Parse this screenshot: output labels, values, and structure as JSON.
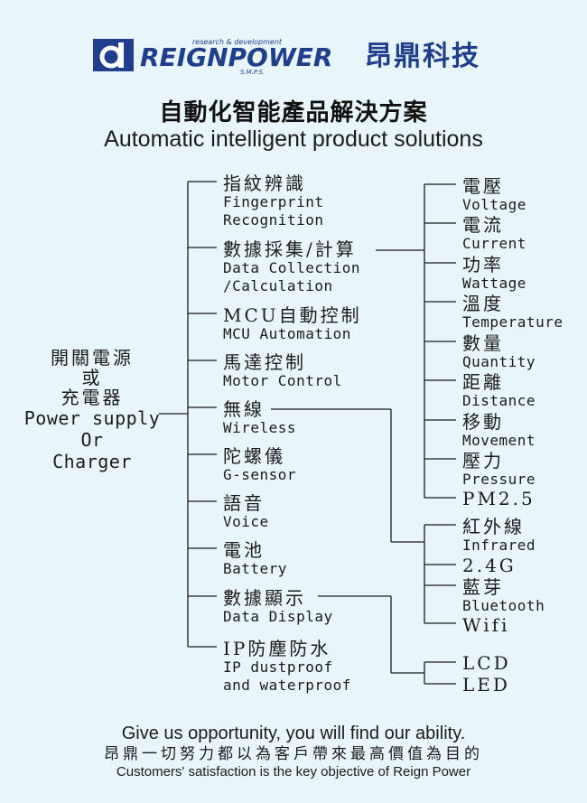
{
  "brand": {
    "tagline": "research & development",
    "name": "REIGNPOWER",
    "sub": "S.M.P.S.",
    "chinese": "昂鼎科技"
  },
  "title": {
    "chinese": "自動化智能產品解決方案",
    "english": "Automatic intelligent product solutions"
  },
  "root": {
    "cn1": "開關電源",
    "cn2": "或",
    "cn3": "充電器",
    "en1": "Power supply",
    "en2": "Or",
    "en3": "Charger"
  },
  "functions": [
    {
      "cn": "指紋辨識",
      "en": [
        "Fingerprint",
        "Recognition"
      ]
    },
    {
      "cn": "數據採集/計算",
      "en": [
        "Data Collection",
        "/Calculation"
      ]
    },
    {
      "cn": "MCU自動控制",
      "en": [
        "MCU Automation"
      ]
    },
    {
      "cn": "馬達控制",
      "en": [
        "Motor Control"
      ]
    },
    {
      "cn": "無線",
      "en": [
        "Wireless"
      ]
    },
    {
      "cn": "陀螺儀",
      "en": [
        "G-sensor"
      ]
    },
    {
      "cn": "語音",
      "en": [
        "Voice"
      ]
    },
    {
      "cn": "電池",
      "en": [
        "Battery"
      ]
    },
    {
      "cn": "數據顯示",
      "en": [
        "Data Display"
      ]
    },
    {
      "cn": "IP防塵防水",
      "en": [
        "IP dustproof",
        "and waterproof"
      ]
    }
  ],
  "data_collection_items": [
    {
      "cn": "電壓",
      "en": "Voltage"
    },
    {
      "cn": "電流",
      "en": "Current"
    },
    {
      "cn": "功率",
      "en": "Wattage"
    },
    {
      "cn": "溫度",
      "en": "Temperature"
    },
    {
      "cn": "數量",
      "en": "Quantity"
    },
    {
      "cn": "距離",
      "en": "Distance"
    },
    {
      "cn": "移動",
      "en": "Movement"
    },
    {
      "cn": "壓力",
      "en": "Pressure"
    },
    {
      "cn": "PM2.5",
      "en": ""
    }
  ],
  "wireless_items": [
    {
      "cn": "紅外線",
      "en": "Infrared"
    },
    {
      "cn": "2.4G",
      "en": ""
    },
    {
      "cn": "藍芽",
      "en": "Bluetooth"
    },
    {
      "cn": "Wifi",
      "en": ""
    }
  ],
  "display_items": [
    "LCD",
    "LED"
  ],
  "footer": {
    "line1": "Give us opportunity, you will find our ability.",
    "line2": "昂鼎一切努力都以為客戶帶來最高價值為目的",
    "line3": "Customers' satisfaction is the key objective of Reign Power"
  },
  "colors": {
    "background": "#e8f6fb",
    "brand_blue": "#1f3f8c",
    "text": "#1b1b1b"
  }
}
